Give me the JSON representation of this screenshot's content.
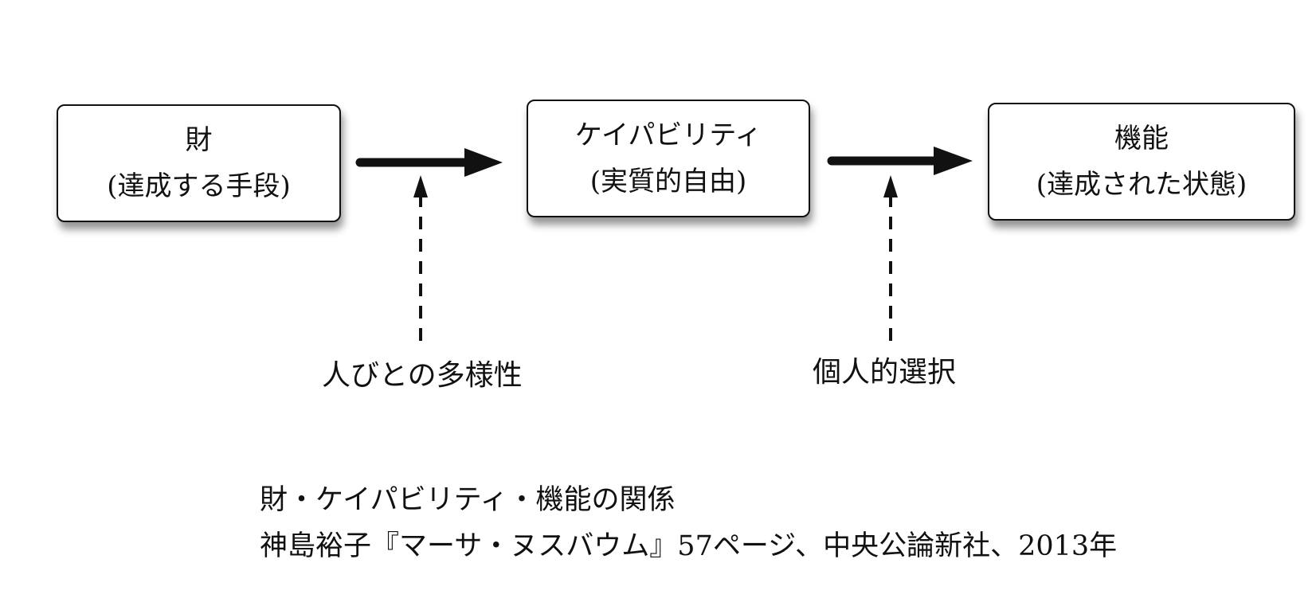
{
  "nodes": {
    "goods": {
      "line1": "財",
      "line2": "(達成する手段)"
    },
    "capability": {
      "line1": "ケイパビリティ",
      "line2": "(実質的自由)"
    },
    "function": {
      "line1": "機能",
      "line2": "(達成された状態)"
    }
  },
  "influences": {
    "diversity": "人びとの多様性",
    "choice": "個人的選択"
  },
  "caption": {
    "title": "財・ケイパビリティ・機能の関係",
    "source": "神島裕子『マーサ・ヌスバウム』57ページ、中央公論新社、2013年"
  },
  "colors": {
    "ink": "#111111",
    "background": "#ffffff"
  }
}
